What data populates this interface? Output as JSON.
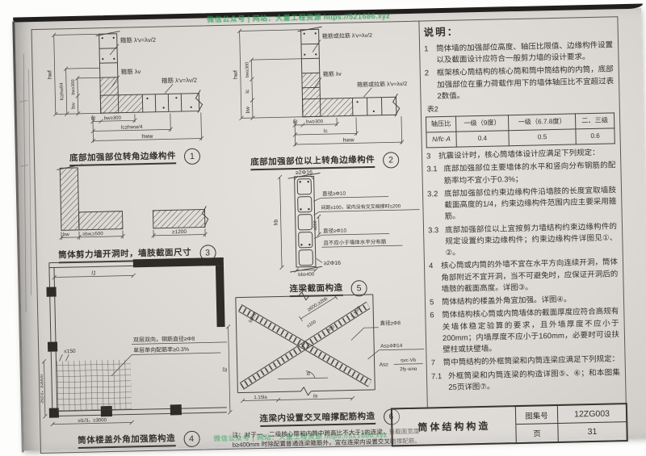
{
  "watermark": {
    "top": "微信公众号 | 网站：大量工程资源 https://521686.xyz",
    "bottom": "微信公众号 | 网站：大量工程资源 https://521686.xyz"
  },
  "diagrams": {
    "d1": {
      "caption": "底部加强部位转角边缘构件",
      "num": "1",
      "label_top": "箍筋 λ′v=λv/2",
      "label_corner": "箍筋 λv",
      "label_right": "箍筋 λ′v=λv/2",
      "dim_bf": "bf",
      "dim_bw300": "bw≥300",
      "dim_lc": "lc≥hww/4",
      "dim_hww": "hww",
      "dim_hwf": "hwf",
      "dim_lc_v": "lc≥hwf/4",
      "dim_bw300_v": "bw≥300",
      "dim_bw_v": "bw"
    },
    "d2": {
      "caption": "底部加强部位以上转角边缘构件",
      "num": "2",
      "label_top": "箍筋或拉筋 λ′v=λv/2",
      "label_corner": "箍筋 λv",
      "label_right": "箍筋或拉筋 λ′v=λv/2",
      "dim_bf": "bf",
      "dim_bw300": "bw≥300",
      "dim_lc": "lc",
      "dim_hww": "hww",
      "dim_hwf": "hwf",
      "dim_bw300_v": "bw≥300",
      "dim_lc_v": "lc",
      "dim_bw_v": "bw"
    },
    "d3": {
      "caption": "筒体剪力墙开洞时，墙肢截面尺寸",
      "num": "3",
      "dim_bw": "bw",
      "dim_500": "≥bw,≥500",
      "dim_1200": "≥1200"
    },
    "d4": {
      "caption": "筒体楼盖外角加强筋构造",
      "num": "4",
      "dim_l1": "l1",
      "dim_150": "≤150",
      "label_line1": "双层双向，钢筋直径≥Φ8",
      "label_line2": "单层单向配筋率≥0.3%",
      "dim_l2": "l2",
      "dim_bottom": "≥l1/3，≥3000",
      "dim_left": "≥l2/3，≥3000"
    },
    "d5": {
      "caption": "连梁截面构造",
      "num": "5",
      "label_top": "≥2Φ16",
      "label_dia1": "直径≥Φ10",
      "label_spacing": "间距≤100，梁内没有交叉暗撑时≤200",
      "dim_200": "≤200",
      "label_dia2": "直径≥Φ10",
      "label_min": "且不应小于墙体水平分布筋",
      "label_bottom": "≥2Φ16",
      "dim_hb": "hb",
      "dim_bb": "bb≥400"
    },
    "d6": {
      "caption": "连梁内设置交叉暗撑配筋构造",
      "num": "6",
      "label_lae": "laE/2",
      "dim_600": "≥600,≥2bb",
      "dim_100": "≤100",
      "dim_50": "≤50",
      "label_115_top": "1.15la",
      "label_dia": "直径≥Φ8",
      "label_as": "As≥4Φ14",
      "formula_pre": "As≥",
      "formula_num": "ηvc·Vb",
      "formula_den": "2fy·sinα",
      "label_alpha": "α",
      "dim_115": "1.15la",
      "dim_la": "la",
      "note_line1": "注：对于一、二级核心筒和内筒中跨高比不大于1的连梁，当截面宽度",
      "note_line2": "b≥400mm 时除配置普通连梁箍筋外，宜在连梁内设置交叉暗撑配筋。"
    }
  },
  "notes": {
    "heading": "说明：",
    "item1_no": "1",
    "item1": "筒体墙的加强部位高度、轴压比限值、边缘构件设置以及截面设计应符合一般剪力墙的设计要求。",
    "item2_no": "2",
    "item2": "框架核心筒结构的核心筒和筒中筒结构的内筒，底部加强部位在重力荷载作用下的墙体轴压比不宜超过表2数值。",
    "table_label": "表2",
    "table": {
      "h0": "轴压比",
      "h1": "一级（9度）",
      "h2": "一级（6.7.8度）",
      "h3": "二、三级",
      "r0": "N/fc·A",
      "r1": "0.4",
      "r2": "0.5",
      "r3": "0.6"
    },
    "item3_no": "3",
    "item3": "抗震设计时，核心筒墙体设计应满足下列规定：",
    "item31_no": "3.1",
    "item31": "底部加强部位主要墙体的水平和竖向分布钢筋的配筋率均不宜小于0.3%；",
    "item32_no": "3.2",
    "item32": "底部加强部位约束边缘构件沿墙肢的长度宜取墙肢截面高度的1/4，约束边缘构件范围内应主要采用箍筋。",
    "item33_no": "3.3",
    "item33": "底部加强部位以上宜按剪力墙结构约束边缘构件的规定设置约束边缘构件；约束边缘构件详图见①、②。",
    "item4_no": "4",
    "item4": "核心筒或内筒的外墙不宜在水平方向连续开洞，筒体角部附近不宜开洞，当不可避免时，应保证开洞后的墙肢的截面高度。详图③。",
    "item5_no": "5",
    "item5": "筒体结构的楼盖外角宜加强。详图④。",
    "item6_no": "6",
    "item6": "筒体结构核心筒或内筒墙体的截面厚度应符合高规有关墙体稳定验算的要求，且外墙厚度不应小于200mm；内墙厚度不应小于160mm，必要时可设扶壁柱或扶壁墙。",
    "item7_no": "7",
    "item7": "筒中筒结构的外框筒梁和内筒连梁应满足下列规定：",
    "item71_no": "7.1",
    "item71": "外框筒梁和内筒连梁的构造详图⑤、⑥；和本图集25页详图⑦。"
  },
  "titleblock": {
    "title": "筒体结构构造",
    "atlas_label": "图集号",
    "atlas_no": "12ZG003",
    "page_label": "页",
    "page_no": "31"
  }
}
